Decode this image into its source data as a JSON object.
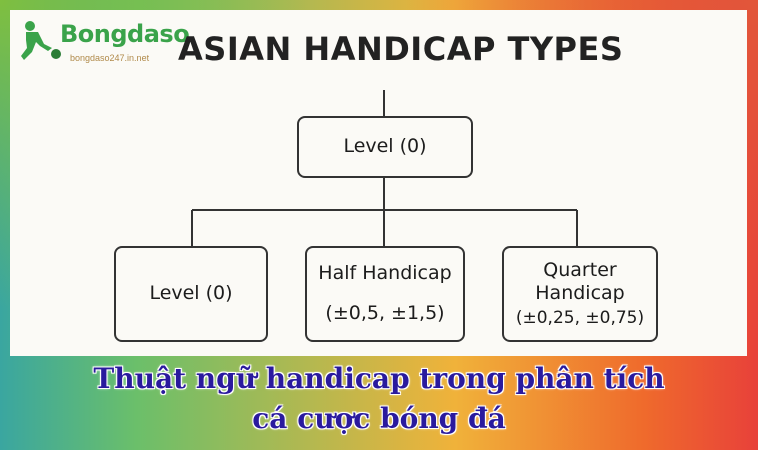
{
  "logo": {
    "brand": "Bongdaso",
    "site": "bongdaso247.in.net"
  },
  "diagram": {
    "title": "ASIAN HANDICAP TYPES",
    "root": {
      "label": "Level (0)"
    },
    "children": [
      {
        "label": "Level (0)",
        "sub": ""
      },
      {
        "label": "Half Handicap",
        "sub": "(±0,5, ±1,5)"
      },
      {
        "label": "Quarter\nHandicap",
        "sub": "(±0,25, ±0,75)"
      }
    ]
  },
  "caption": {
    "line1": "Thuật ngữ handicap trong phân tích",
    "line2": "cá cược bóng đá"
  },
  "colors": {
    "caption_text": "#2a1a9e",
    "logo_green": "#3aa34a"
  }
}
